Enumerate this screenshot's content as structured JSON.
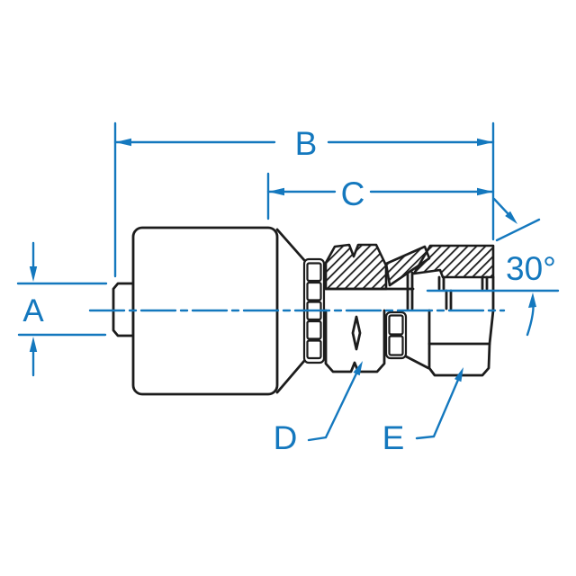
{
  "drawing": {
    "type": "engineering-dimension-drawing",
    "labels": {
      "a": "A",
      "b": "B",
      "c": "C",
      "d": "D",
      "e": "E",
      "angle": "30°"
    },
    "colors": {
      "dimension": "#1478be",
      "outline": "#1c1c1c",
      "background": "#ffffff"
    }
  }
}
